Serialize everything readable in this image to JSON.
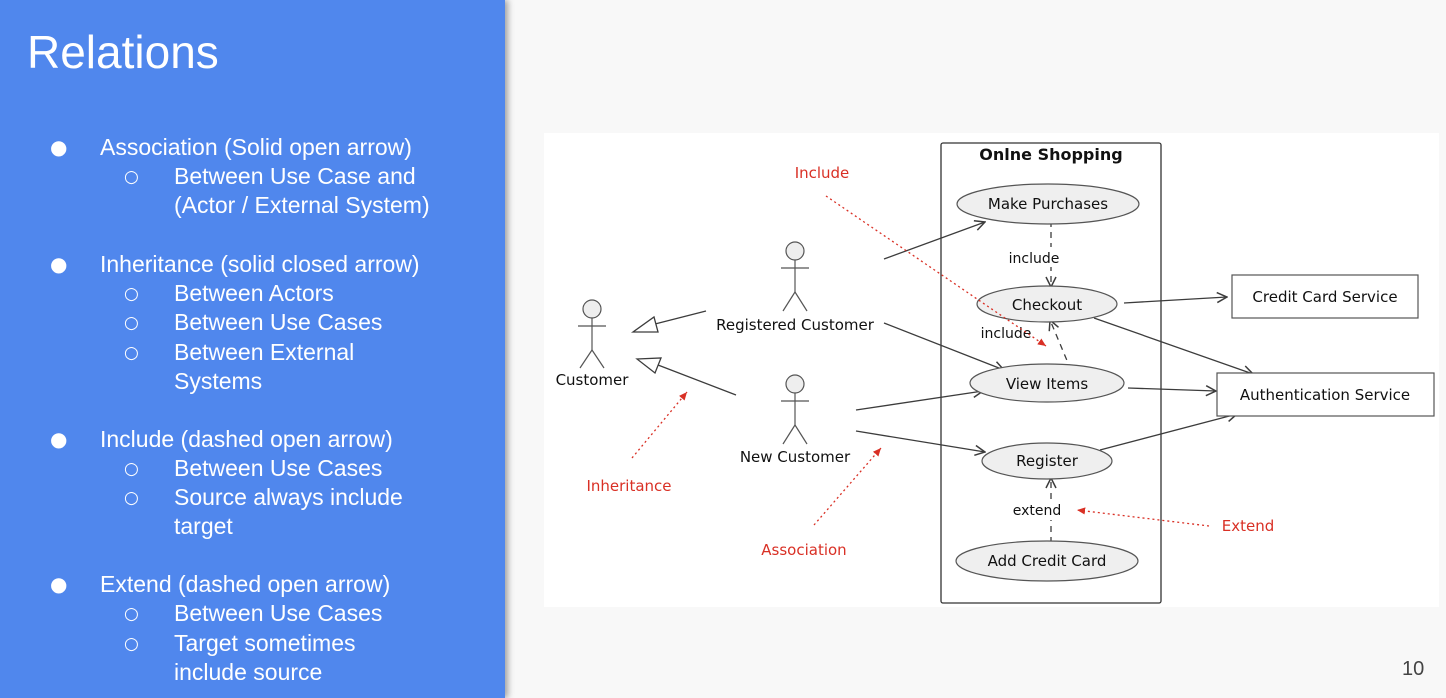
{
  "slide": {
    "title": "Relations",
    "page_number": "10"
  },
  "bullets": [
    {
      "label": "Association (Solid open arrow)",
      "subs": [
        [
          "Between Use Case and",
          "(Actor / External System)"
        ]
      ]
    },
    {
      "label": "Inheritance (solid closed arrow)",
      "subs": [
        [
          "Between Actors"
        ],
        [
          "Between Use Cases"
        ],
        [
          "Between External",
          "Systems"
        ]
      ]
    },
    {
      "label": "Include (dashed open arrow)",
      "subs": [
        [
          "Between Use Cases"
        ],
        [
          "Source always include",
          "target"
        ]
      ]
    },
    {
      "label": "Extend (dashed open arrow)",
      "subs": [
        [
          "Between Use Cases"
        ],
        [
          "Target sometimes",
          "include source"
        ]
      ]
    }
  ],
  "diagram": {
    "system_title": "Onlne Shopping",
    "actors": {
      "customer": "Customer",
      "registered": "Registered Customer",
      "new": "New Customer"
    },
    "use_cases": {
      "make_purchases": "Make Purchases",
      "checkout": "Checkout",
      "view_items": "View Items",
      "register": "Register",
      "add_credit_card": "Add Credit Card"
    },
    "external_systems": {
      "credit_card": "Credit Card Service",
      "auth": "Authentication Service"
    },
    "edge_labels": {
      "include_1": "include",
      "include_2": "include",
      "extend": "extend"
    },
    "annotations": {
      "include": "Include",
      "inheritance": "Inheritance",
      "association": "Association",
      "extend": "Extend"
    },
    "colors": {
      "annotation": "#d93025",
      "usecase_fill": "#efefef",
      "line": "#3c3c3c"
    }
  }
}
